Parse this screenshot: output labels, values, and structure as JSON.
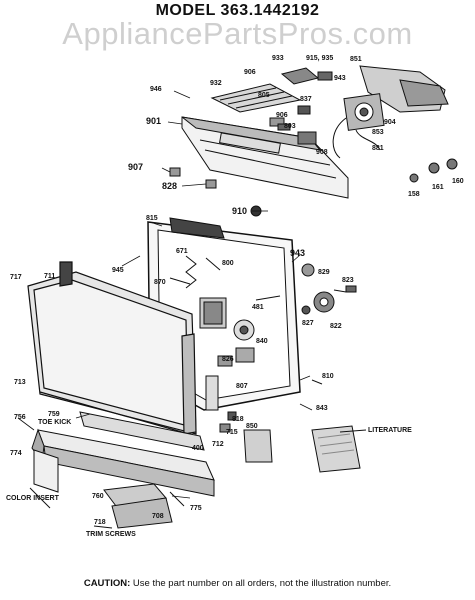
{
  "header": {
    "model_title": "MODEL 363.1442192",
    "watermark": "AppliancePartsPros.com"
  },
  "parts": {
    "p946": "946",
    "p932": "932",
    "p906": "906",
    "p933": "933",
    "p915_935": "915, 935",
    "p851": "851",
    "p943_top": "943",
    "p805": "805",
    "p837": "837",
    "p901": "901",
    "p906b": "906",
    "p803": "803",
    "p904": "904",
    "p853": "853",
    "p908": "908",
    "p881": "881",
    "p907": "907",
    "p828_top": "828",
    "p158": "158",
    "p161": "161",
    "p160": "160",
    "p910": "910",
    "p815": "815",
    "p943_right": "943",
    "p945": "945",
    "p671": "671",
    "p800": "800",
    "p829": "829",
    "p823": "823",
    "p870": "870",
    "p717": "717",
    "p711": "711",
    "p481": "481",
    "p827": "827",
    "p822": "822",
    "p840": "840",
    "p826": "826",
    "p713": "713",
    "p807": "807",
    "p810": "810",
    "p843": "843",
    "p756": "756",
    "p759": "759",
    "p818": "818",
    "p850": "850",
    "p715": "715",
    "p712": "712",
    "p400": "400",
    "p774": "774",
    "p760": "760",
    "p775": "775",
    "p718": "718",
    "p708": "708"
  },
  "labels": {
    "toe_kick": "TOE KICK",
    "literature": "LITERATURE",
    "color_insert": "COLOR INSERT",
    "trim_screws": "TRIM SCREWS"
  },
  "footer": {
    "caution_label": "CAUTION:",
    "caution_text": " Use the part number on all orders, not the illustration number."
  }
}
